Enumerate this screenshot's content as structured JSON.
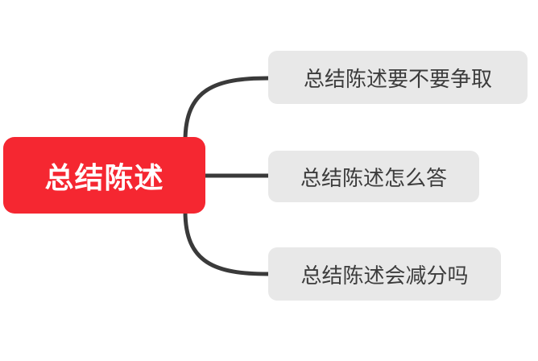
{
  "diagram": {
    "type": "mind-map",
    "title": "总结陈述",
    "background_color": "#FFFFFF",
    "root": {
      "label": "总结陈述",
      "fill_color": "#F52731",
      "text_color": "#FFFFFF"
    },
    "branch_style": {
      "color": "#3A3A3A",
      "width": 5
    },
    "children": [
      {
        "label": "总结陈述要不要争取",
        "fill_color": "#E8E8E8",
        "text_color": "#3C3C3C",
        "connector": "curve-up"
      },
      {
        "label": "总结陈述怎么答",
        "fill_color": "#E8E8E8",
        "text_color": "#3C3C3C",
        "connector": "straight"
      },
      {
        "label": "总结陈述会减分吗",
        "fill_color": "#E8E8E8",
        "text_color": "#3C3C3C",
        "connector": "curve-down"
      }
    ]
  }
}
